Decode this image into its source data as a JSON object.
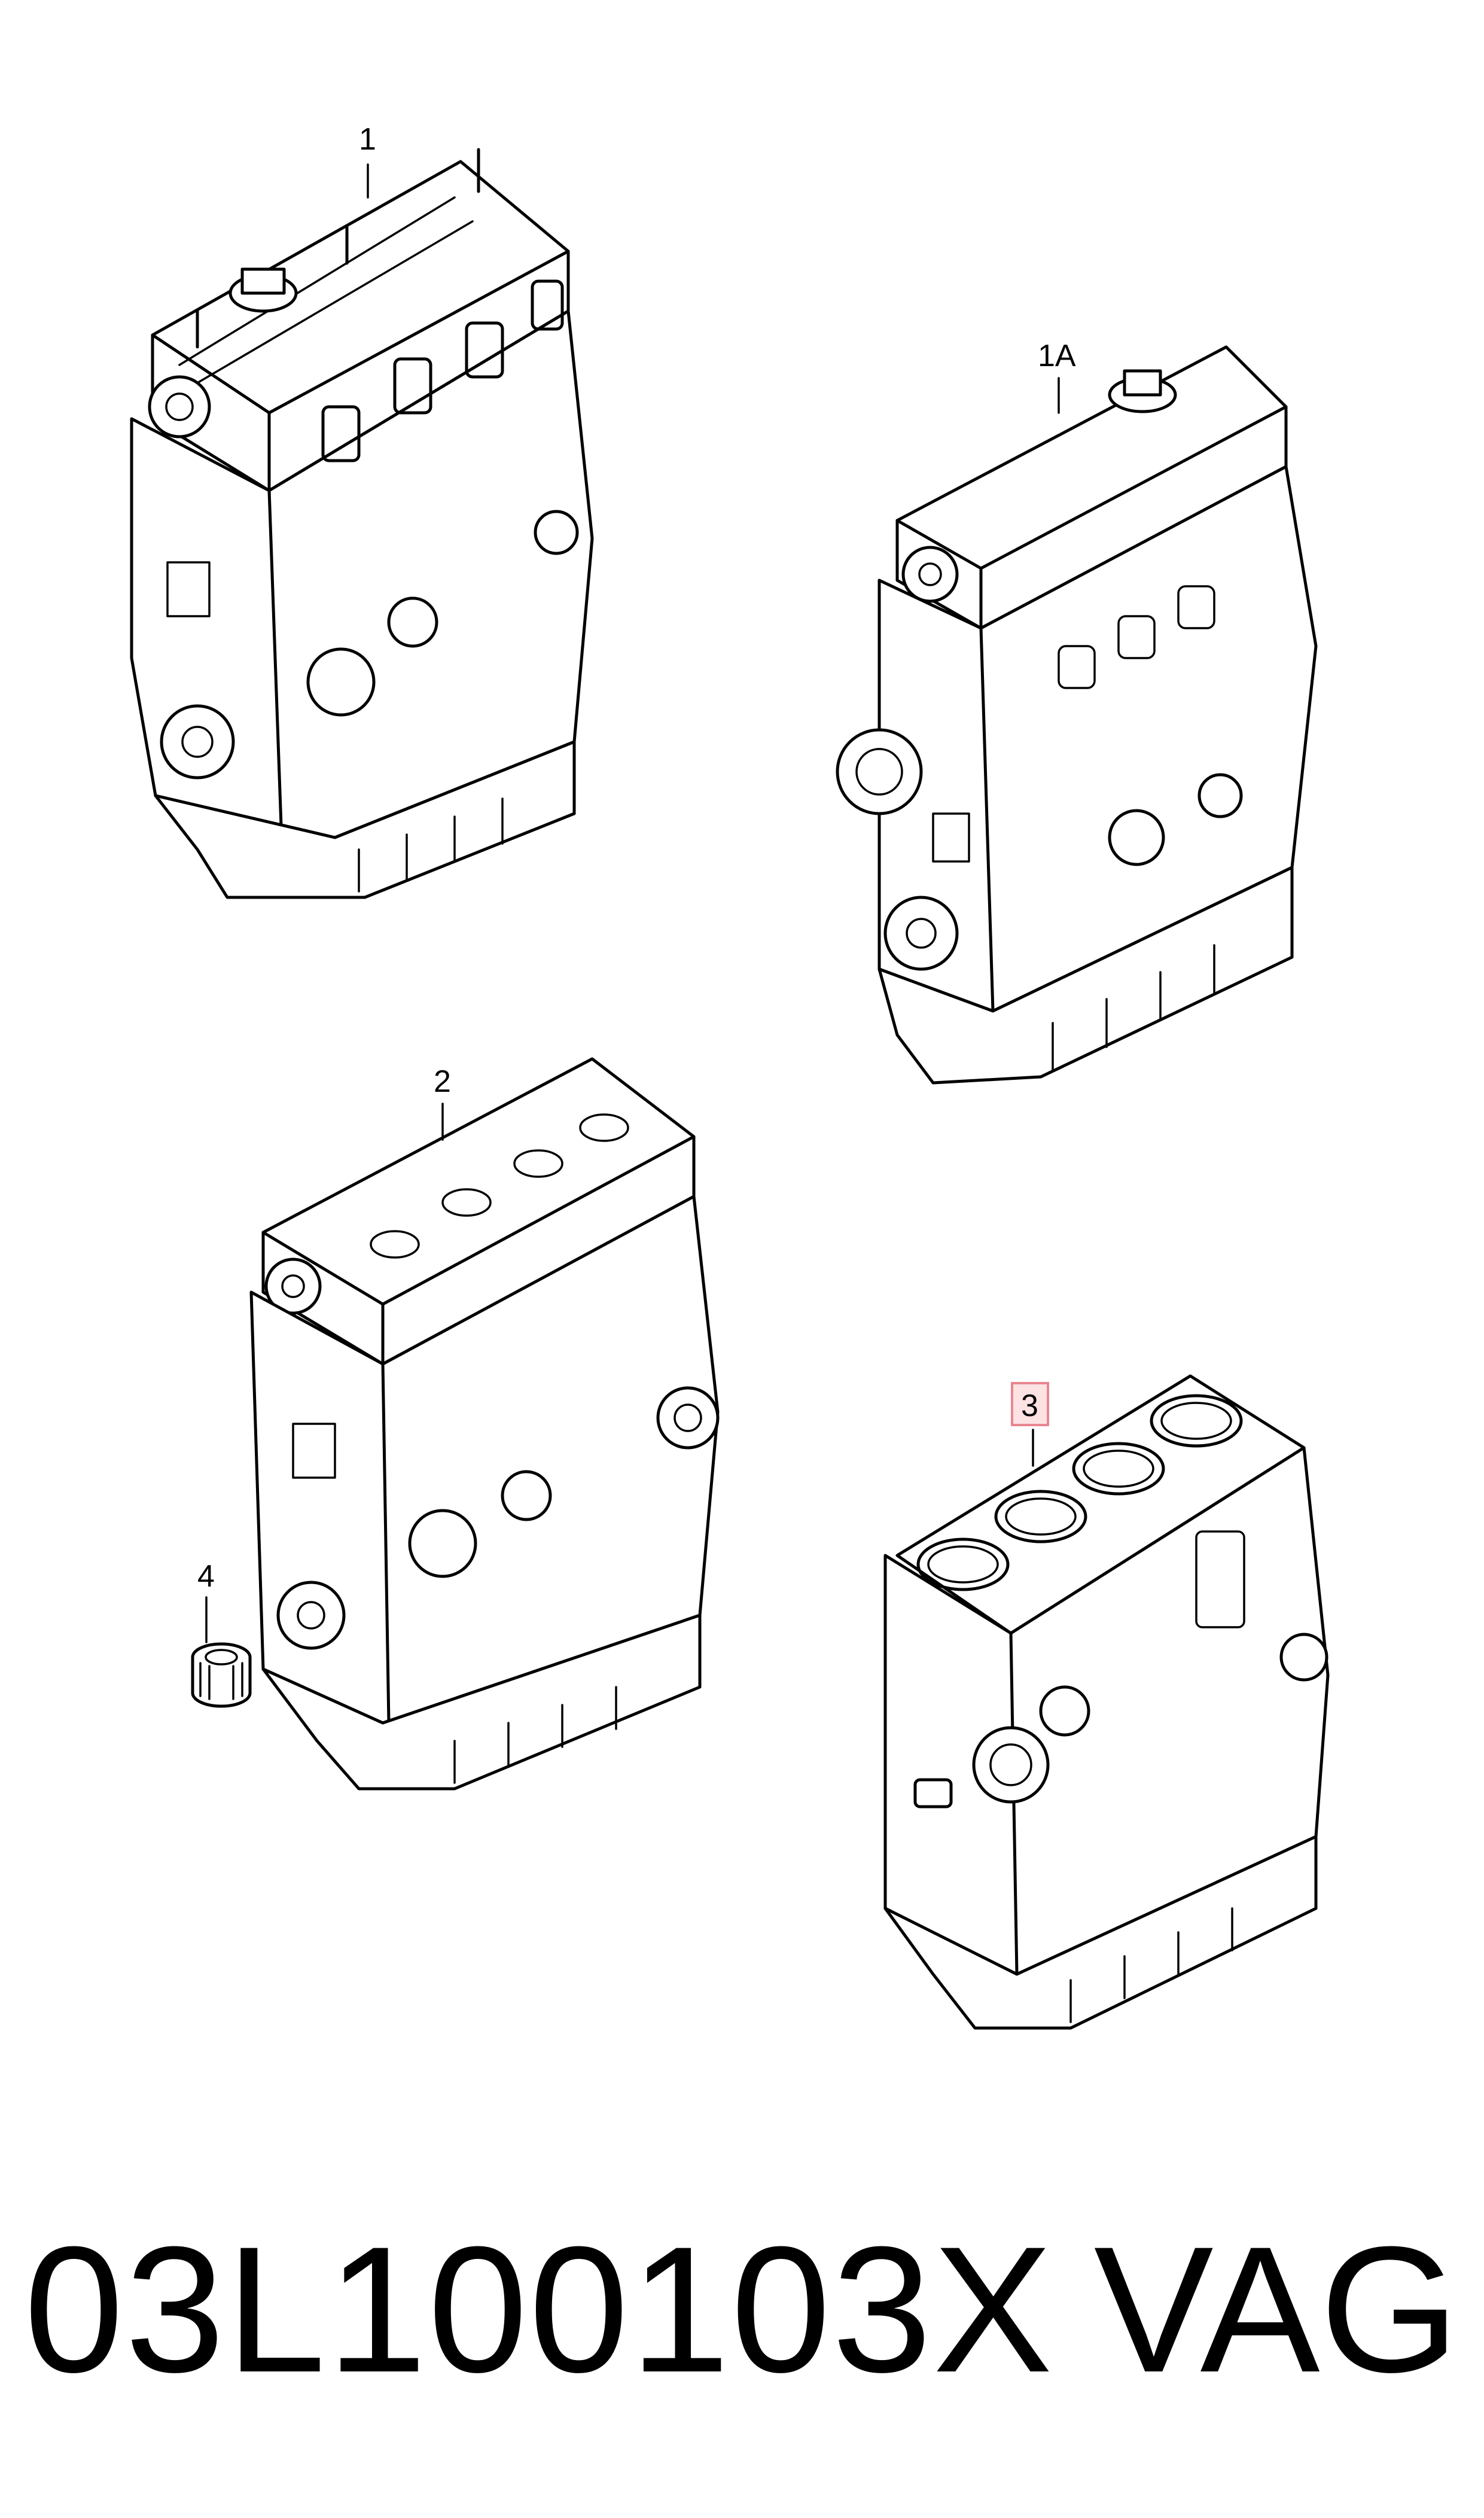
{
  "callouts": {
    "c1": "1",
    "c1a": "1A",
    "c2": "2",
    "c3": "3",
    "c4": "4"
  },
  "highlight_color": "#fde2e4",
  "footer": {
    "part_number": "03L100103X",
    "brand": "VAG"
  }
}
